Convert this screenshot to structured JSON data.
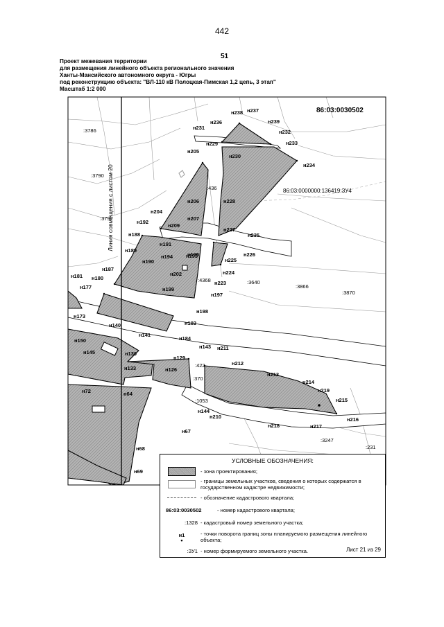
{
  "page_number": "442",
  "sheet_number": "51",
  "header": {
    "lines": [
      "Проект межевания территории",
      "для размещения линейного объекта регионального значения",
      "Ханты-Мансийского автономного округа - Югры",
      "под реконструкцию объекта: \"ВЛ-110 кВ Полоцкая-Пимская 1,2 цепь, 3 этап\"",
      "Масштаб 1:2 000"
    ]
  },
  "map": {
    "quarter_number": "86:03:0030502",
    "plot_label": "86:03:0000000:136419:ЗУ4",
    "alignment_line_label": "Линия совмещения с листом 20",
    "points": [
      "н238",
      "н237",
      "н236",
      "н239",
      "н231",
      "н232",
      "н229",
      "н233",
      "н205",
      "н230",
      "н234",
      "н206",
      "н228",
      "н204",
      "н207",
      "н192",
      "н209",
      "н227",
      "н188",
      "н191",
      "н235",
      "н189",
      "н194",
      "н193",
      "н226",
      "н190",
      "н195",
      "н225",
      "н187",
      "н202",
      "н224",
      "н181",
      "н180",
      "н223",
      "н177",
      "н199",
      "н197",
      "н198",
      "н173",
      "н183",
      "н140",
      "н184",
      "н141",
      "н143",
      "н211",
      "н150",
      "н145",
      "н130",
      "н129",
      "н212",
      "н133",
      "н126",
      "н213",
      "н214",
      "н219",
      "н72",
      "н64",
      "н215",
      "н144",
      "н210",
      "н216",
      "н218",
      "н217",
      "н67",
      "н68",
      "н69"
    ],
    "cadastral_numbers": [
      ":3786",
      ":3790",
      ":3792",
      ":436",
      ":4368",
      ":3640",
      ":3866",
      ":3870",
      ":422",
      ":370",
      ":1053",
      ":3247",
      ":231"
    ]
  },
  "legend": {
    "title": "УСЛОВНЫЕ ОБОЗНАЧЕНИЯ:",
    "items": [
      {
        "symbol": "",
        "text": "- зона проектирования;"
      },
      {
        "symbol": "",
        "text": "- границы земельных участков, сведения о которых содержатся  в государственном кадастре недвижимости;"
      },
      {
        "symbol": "",
        "text": "- обозначение кадастрового квартала;"
      },
      {
        "symbol": "86:03:0030502",
        "text": "- номер кадастрового квартала;"
      },
      {
        "symbol": ":1328",
        "text": "- кадастровый номер земельного участка;"
      },
      {
        "symbol": "н1",
        "text": "- точки поворота границ зоны планируемого размещения линейного объекта;"
      },
      {
        "symbol": ":ЗУ1",
        "text": "- номер формируемого земельного участка."
      }
    ],
    "sheet": "Лист 21 из 29"
  },
  "colors": {
    "zone_fill": "#a8a8a8",
    "road": "#ffffff",
    "line": "#000000"
  }
}
